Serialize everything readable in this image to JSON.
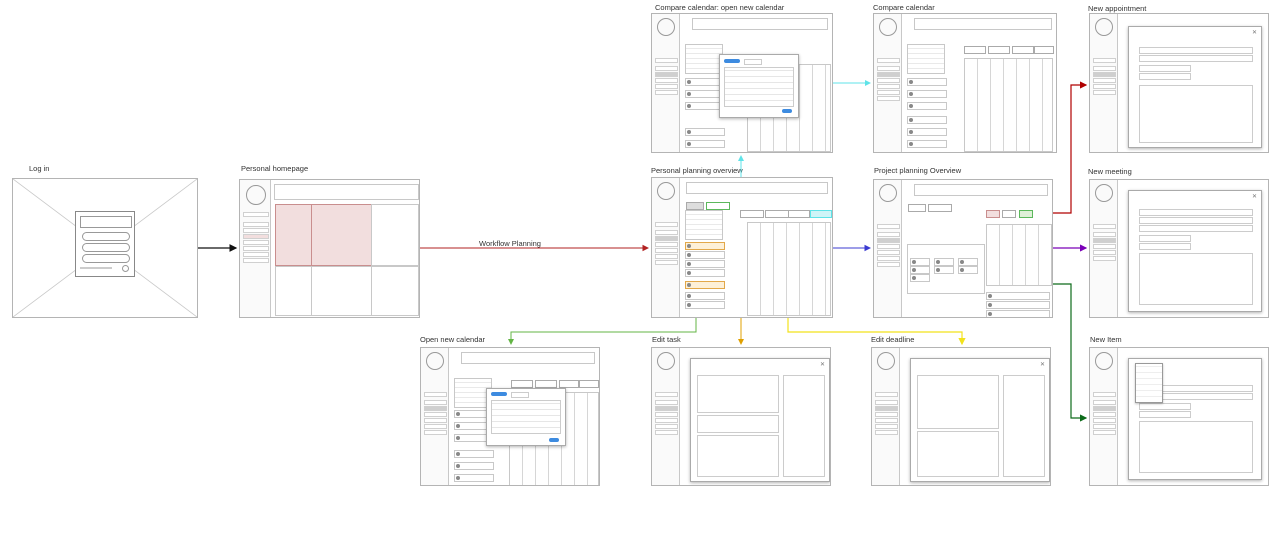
{
  "screens": {
    "login": {
      "title": "Log in"
    },
    "personal_homepage": {
      "title": "Personal homepage"
    },
    "personal_planning": {
      "title": "Personal planning overview"
    },
    "compare_open_new": {
      "title": "Compare calendar: open new calendar"
    },
    "compare_calendar": {
      "title": "Compare calendar"
    },
    "project_planning": {
      "title": "Project planning Overview"
    },
    "new_appointment": {
      "title": "New appointment"
    },
    "new_meeting": {
      "title": "New meeting"
    },
    "new_item": {
      "title": "New Item"
    },
    "open_new_calendar": {
      "title": "Open new calendar"
    },
    "edit_task": {
      "title": "Edit task"
    },
    "edit_deadline": {
      "title": "Edit deadline"
    }
  },
  "flows": {
    "workflow_planning": "Workflow Planning"
  },
  "colors": {
    "arrow_black": "#111111",
    "arrow_red": "#b22222",
    "arrow_cyan": "#5fe3e8",
    "arrow_blue": "#3b3bd1",
    "arrow_darkred": "#b00000",
    "arrow_purple": "#7a00b8",
    "arrow_darkgreen": "#0d6b1a",
    "arrow_green": "#63b545",
    "arrow_orange": "#e0a000",
    "arrow_yellow": "#f2e21b",
    "highlight_pink": "#f2dede",
    "highlight_orange": "#fdf0d8"
  }
}
